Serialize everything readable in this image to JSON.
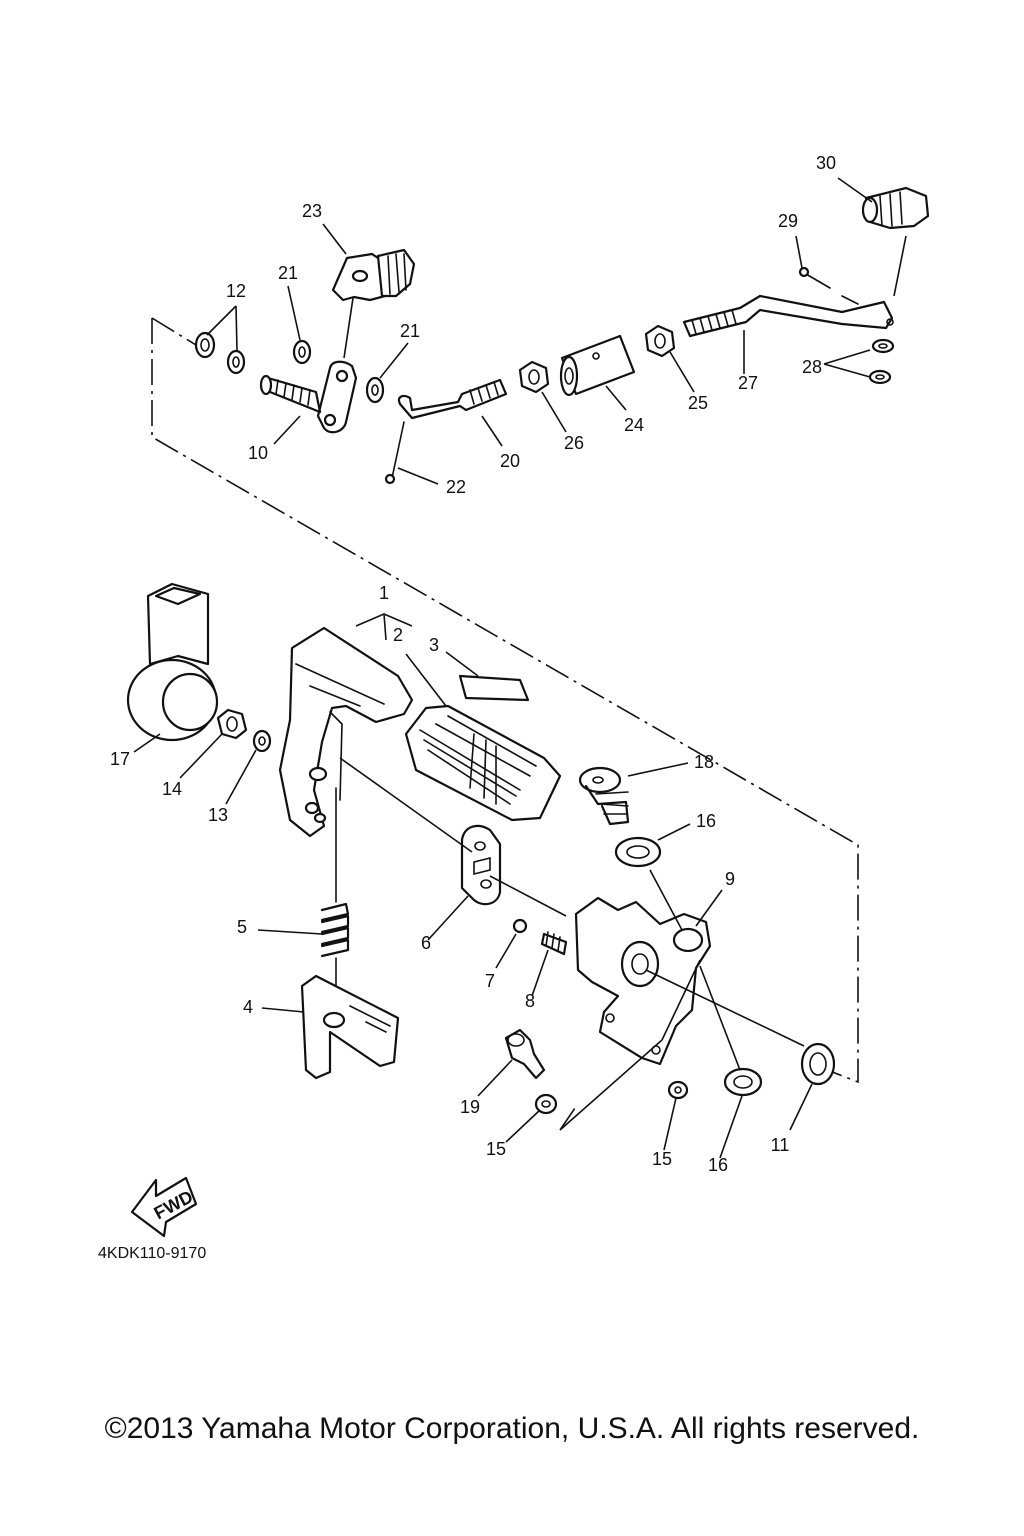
{
  "diagram": {
    "part_labels": [
      "1",
      "2",
      "3",
      "4",
      "5",
      "6",
      "7",
      "8",
      "9",
      "10",
      "11",
      "12",
      "13",
      "14",
      "15",
      "15",
      "16",
      "16",
      "17",
      "18",
      "19",
      "20",
      "21",
      "21",
      "22",
      "23",
      "24",
      "25",
      "26",
      "27",
      "28",
      "29",
      "30"
    ],
    "fwd_arrow_text": "FWD",
    "drawing_code": "4KDK110-9170"
  },
  "footer": {
    "copyright": "©2013 Yamaha Motor Corporation, U.S.A. All rights reserved."
  }
}
